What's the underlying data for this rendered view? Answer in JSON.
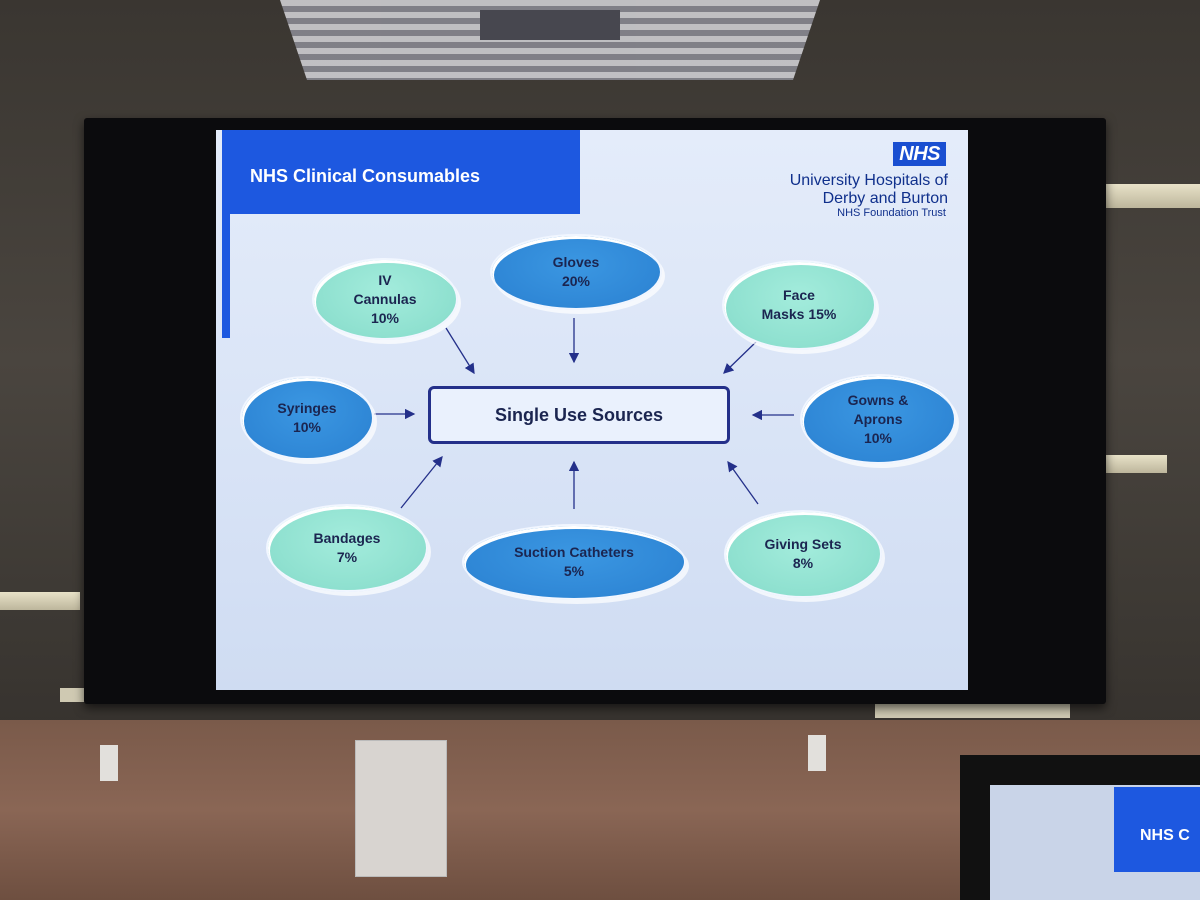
{
  "slide": {
    "title": "NHS Clinical Consumables",
    "logo": "NHS",
    "org_name_line1": "University Hospitals of",
    "org_name_line2": "Derby and Burton",
    "org_sub": "NHS Foundation Trust",
    "center": "Single Use Sources",
    "nodes": [
      {
        "id": "gloves",
        "lines": [
          "Gloves",
          "20%"
        ],
        "style": "dark"
      },
      {
        "id": "iv-cannulas",
        "lines": [
          "IV",
          "Cannulas",
          "10%"
        ],
        "style": "light"
      },
      {
        "id": "face-masks",
        "lines": [
          "Face",
          "Masks 15%"
        ],
        "style": "light"
      },
      {
        "id": "syringes",
        "lines": [
          "Syringes",
          "10%"
        ],
        "style": "dark"
      },
      {
        "id": "gowns-aprons",
        "lines": [
          "Gowns &",
          "Aprons",
          "10%"
        ],
        "style": "dark"
      },
      {
        "id": "bandages",
        "lines": [
          "Bandages",
          "7%"
        ],
        "style": "light"
      },
      {
        "id": "suction-catheters",
        "lines": [
          "Suction Catheters",
          "5%"
        ],
        "style": "dark"
      },
      {
        "id": "giving-sets",
        "lines": [
          "Giving Sets",
          "8%"
        ],
        "style": "light"
      }
    ]
  },
  "background_screen": {
    "title": "NHS C"
  },
  "colors": {
    "title_bar": "#1d58e0",
    "node_dark": "#2f87d6",
    "node_light": "#8ee0cf",
    "center_border": "#24308a",
    "text": "#1b2550"
  }
}
